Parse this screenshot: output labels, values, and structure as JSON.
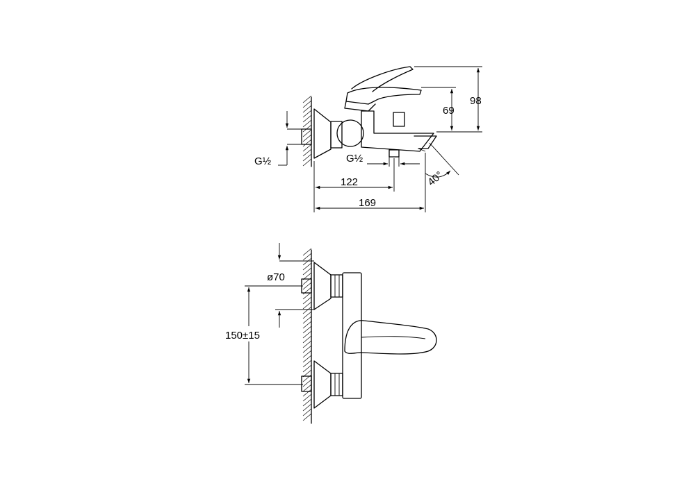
{
  "side_view": {
    "dim_height_outer": "98",
    "dim_height_inner": "69",
    "dim_spout_depth": "122",
    "dim_total_depth": "169",
    "dim_angle": "40°",
    "thread_wall": "G½",
    "thread_outlet": "G½"
  },
  "front_view": {
    "dim_diameter": "ø70",
    "dim_center_distance": "150±15"
  }
}
